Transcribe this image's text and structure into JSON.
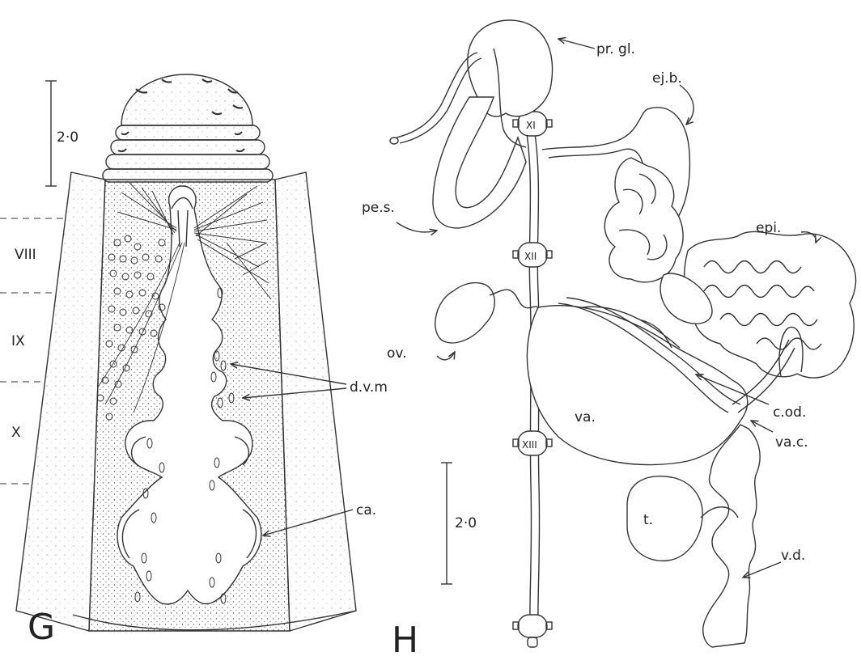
{
  "panel_g": {
    "panel_letter": "G",
    "scale_value": "2·0",
    "segment_labels": [
      "VIII",
      "IX",
      "X"
    ],
    "labels": {
      "dorsal_ventral_muscles": "d.v.m",
      "caeca": "ca."
    }
  },
  "panel_h": {
    "panel_letter": "H",
    "scale_value": "2·0",
    "ganglion_labels": [
      "XI",
      "XII",
      "XIII"
    ],
    "labels": {
      "prostate_gland": "pr. gl.",
      "ejaculatory_bulb": "ej.b.",
      "penis_sheath": "pe.s.",
      "epididymis": "epi.",
      "ovary": "ov.",
      "vagina": "va.",
      "common_oviduct": "c.od.",
      "vaginal_canal": "va.c.",
      "testis": "t.",
      "vas_deferens": "v.d."
    }
  }
}
